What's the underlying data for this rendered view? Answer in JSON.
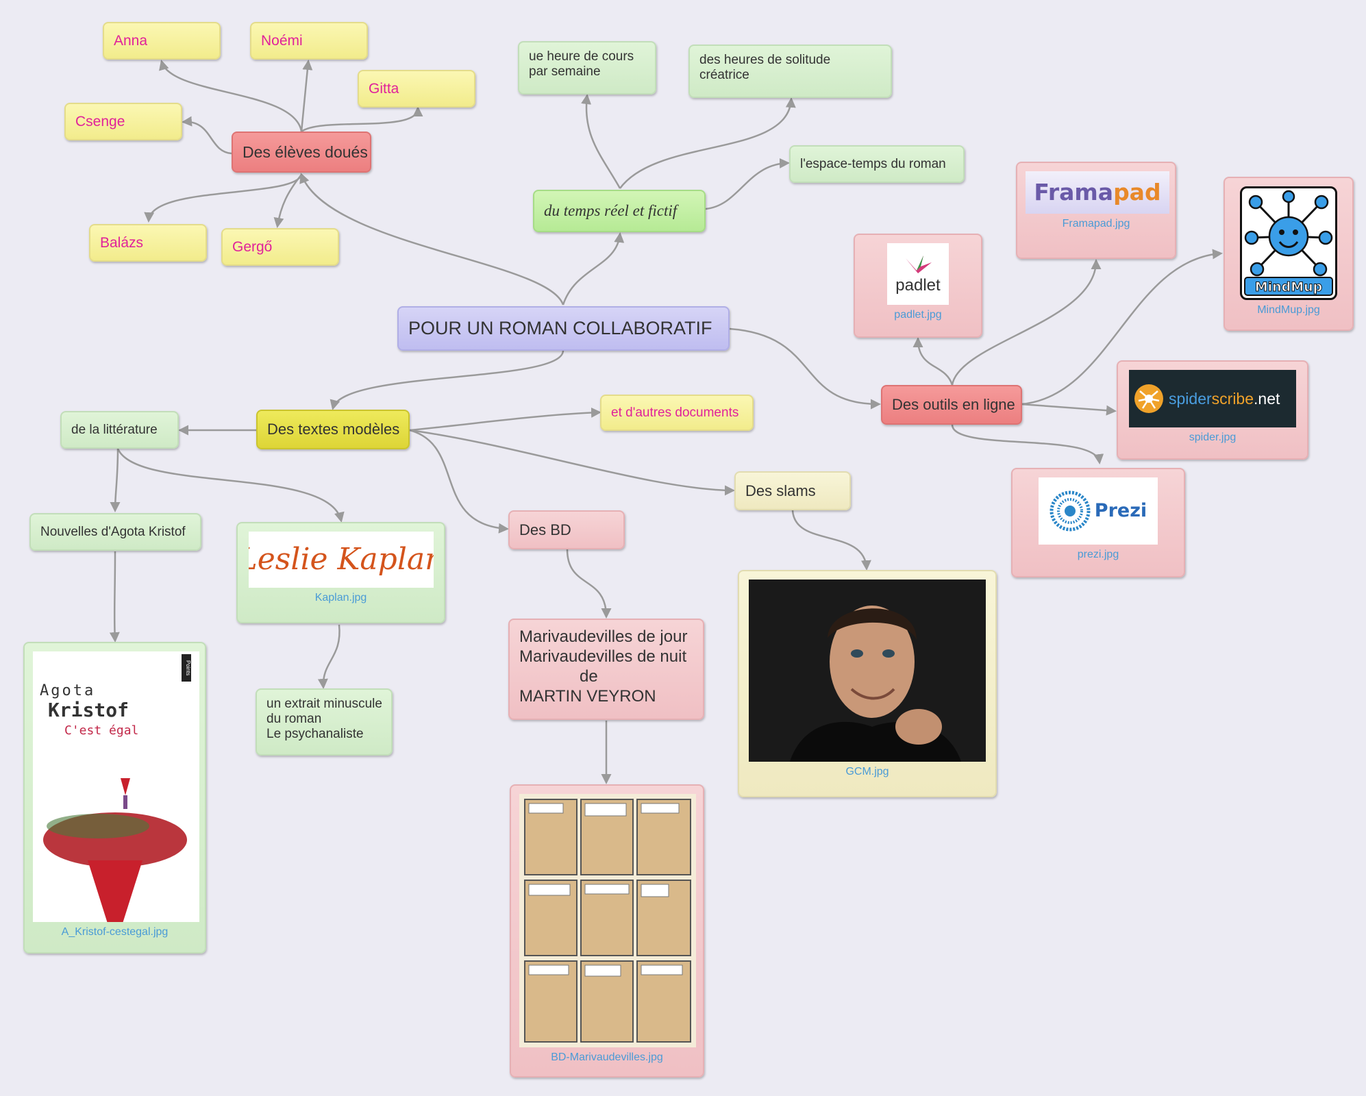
{
  "nodes": {
    "center": "POUR UN ROMAN COLLABORATIF",
    "eleves": "Des élèves doués",
    "anna": "Anna",
    "noemi": "Noémi",
    "gitta": "Gitta",
    "csenge": "Csenge",
    "balazs": "Balázs",
    "gergo": "Gergő",
    "temps": "du temps réel et fictif",
    "heure_l1": "ue heure de cours",
    "heure_l2": "par semaine",
    "solitude_l1": "des heures de solitude",
    "solitude_l2": "créatrice",
    "espace": "l'espace-temps du roman",
    "textes": "Des textes modèles",
    "litterature": "de la littérature",
    "autres": "et d'autres documents",
    "nouvelles": "Nouvelles d'Agota Kristof",
    "bd": "Des BD",
    "slams": "Des slams",
    "outils": "Des outils en ligne",
    "extrait_l1": "un extrait minuscule",
    "extrait_l2": "du  roman",
    "extrait_l3": "Le psychanaliste",
    "mariv_l1": "Marivaudevilles de jour",
    "mariv_l2": "Marivaudevilles de nuit",
    "mariv_l3": "de",
    "mariv_l4": "MARTIN VEYRON"
  },
  "images": {
    "kaplan": {
      "text": "Leslie Kaplan",
      "caption": "Kaplan.jpg"
    },
    "kristof": {
      "author_l1": "Agota",
      "author_l2": "Kristof",
      "title": "C'est égal",
      "spine": "Points",
      "caption": "A_Kristof-cestegal.jpg"
    },
    "bd": {
      "caption": "BD-Marivaudevilles.jpg"
    },
    "gcm": {
      "caption": "GCM.jpg"
    },
    "padlet": {
      "text": "padlet",
      "caption": "padlet.jpg"
    },
    "framapad": {
      "text_a": "Frama",
      "text_b": "pad",
      "caption": "Framapad.jpg"
    },
    "mindmup": {
      "text": "MindMup",
      "caption": "MindMup.jpg"
    },
    "spider": {
      "text_a": "spider",
      "text_b": "scribe",
      "text_c": ".net",
      "caption": "spider.jpg"
    },
    "prezi": {
      "text": "Prezi",
      "caption": "prezi.jpg"
    }
  },
  "colors": {
    "edge": "#9a9a9a",
    "magenta": "#e0229a",
    "caption": "#4a9bd6"
  }
}
